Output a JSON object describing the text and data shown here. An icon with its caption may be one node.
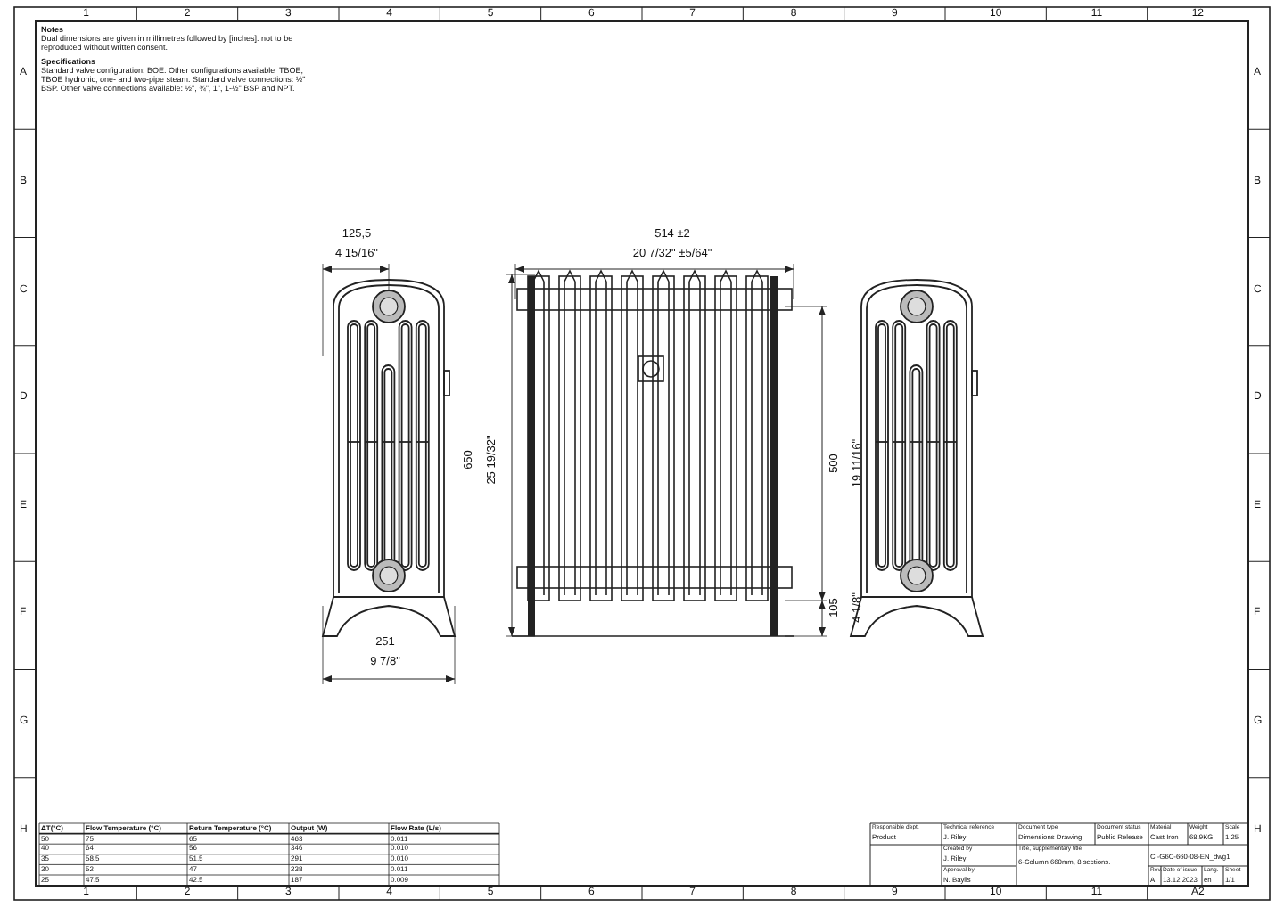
{
  "diagram": {
    "labels": [
      "1",
      "2",
      "3",
      "4",
      "5",
      "6",
      "7",
      "8",
      "9",
      "10",
      "11",
      "12",
      "A",
      "A",
      "B",
      "B",
      "C",
      "C",
      "D",
      "D",
      "E",
      "E",
      "F",
      "F",
      "G",
      "G",
      "H",
      "H",
      "Notes",
      "Dual dimensions are given in millimetres followed by [inches]. not to be reproduced without written consent.",
      "Specifications",
      "Standard valve configuration: BOE. Other configurations available: TBOE, TBOE hydronic, one- and two-pipe steam. Standard valve connections: ½\" BSP. Other valve connections available: ½\", ¾\", 1\", 1-½\" BSP and NPT.",
      "125,5",
      "4 15/16\"",
      "514 ±2",
      "20 7/32\" ±5/64\"",
      "650",
      "25 19/32\"",
      "500",
      "19 11/16\"",
      "105",
      "4 1/8\"",
      "251",
      "9 7/8\"",
      "ΔT(°C)",
      "Flow Temperature (°C)",
      "Return Temperature (°C)",
      "Output (W)",
      "Flow Rate (L/s)",
      "50",
      "75",
      "65",
      "463",
      "0.011",
      "40",
      "64",
      "56",
      "346",
      "0.010",
      "35",
      "58.5",
      "51.5",
      "291",
      "0.010",
      "30",
      "52",
      "47",
      "238",
      "0.011",
      "25",
      "47.5",
      "42.5",
      "187",
      "0.009",
      "Responsible dept.",
      "Product",
      "Technical reference",
      "J. Riley",
      "Document type",
      "Dimensions Drawing",
      "Document status",
      "Public Release",
      "Material",
      "Cast Iron",
      "Weight",
      "68.9KG",
      "Scale",
      "1:25",
      "Created by",
      "J. Riley",
      "Title, supplementary title",
      "6-Column 660mm, 8 sections.",
      "CI-G6C-660-08-EN_dwg1",
      "Approval by",
      "N. Baylis",
      "Rev.",
      "Date of issue",
      "Lang.",
      "Sheet",
      "A",
      "13.12.2023",
      "en",
      "1/1",
      "1",
      "2",
      "3",
      "4",
      "5",
      "6",
      "7",
      "8",
      "9",
      "10",
      "11",
      "A2"
    ]
  }
}
